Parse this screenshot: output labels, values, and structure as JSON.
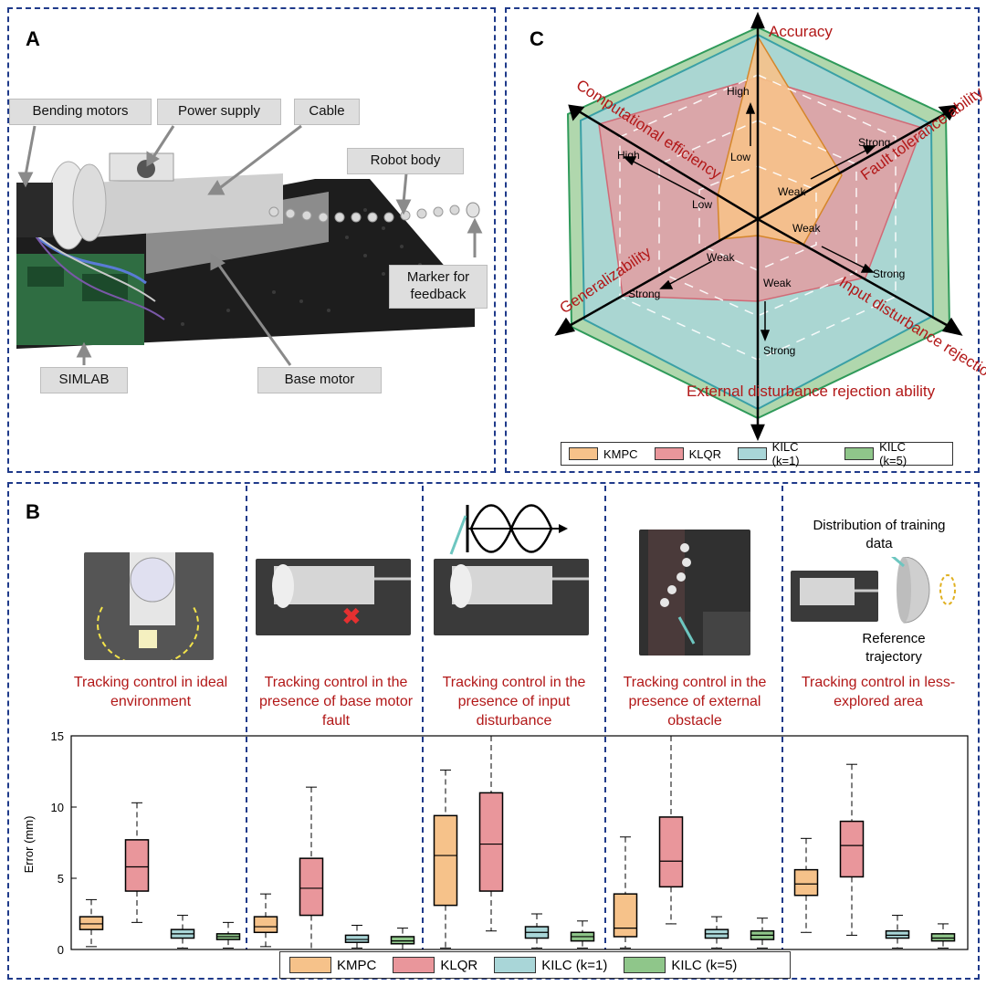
{
  "panel_a": {
    "label": "A",
    "callouts": {
      "bending_motors": "Bending motors",
      "power_supply": "Power supply",
      "cable": "Cable",
      "robot_body": "Robot body",
      "marker": "Marker for feedback",
      "simlab": "SIMLAB",
      "base_motor": "Base motor"
    }
  },
  "panel_c": {
    "label": "C",
    "axes": {
      "accuracy": "Accuracy",
      "fault": "Fault tolerance ability",
      "input": "Input disturbance rejection ability",
      "external": "External disturbance rejection ability",
      "generalizability": "Generalizability",
      "computational": "Computational efficiency"
    },
    "arrow_labels": {
      "high1": "High",
      "low1": "Low",
      "high2": "High",
      "low2": "Low",
      "weak_f": "Weak",
      "strong_f": "Strong",
      "weak_i": "Weak",
      "strong_i": "Strong",
      "weak_e": "Weak",
      "strong_e": "Strong",
      "weak_g": "Weak",
      "strong_g": "Strong"
    },
    "legend": [
      "KMPC",
      "KLQR",
      "KILC (k=1)",
      "KILC (k=5)"
    ]
  },
  "panel_b": {
    "label": "B",
    "scenarios": [
      {
        "caption": "Tracking control in ideal environment"
      },
      {
        "caption": "Tracking control in the presence of base motor fault"
      },
      {
        "caption": "Tracking control in the presence of input disturbance"
      },
      {
        "caption": "Tracking control in the presence of external obstacle"
      },
      {
        "caption": "Tracking control in less-explored area"
      }
    ],
    "annotations": {
      "distribution": "Distribution of training data",
      "reference": "Reference trajectory"
    }
  },
  "colors": {
    "kmpc": "#f6c28a",
    "klqr": "#e9969b",
    "kilc1": "#a9d6d8",
    "kilc5": "#8fc68a",
    "dash": "#1f3a8a",
    "caption": "#b21818"
  },
  "chart_data": {
    "type": "box",
    "ylabel": "Error (mm)",
    "ylim": [
      0,
      15
    ],
    "yticks": [
      0,
      5,
      10,
      15
    ],
    "series_names": [
      "KMPC",
      "KLQR",
      "KILC (k=1)",
      "KILC (k=5)"
    ],
    "groups": [
      {
        "boxes": [
          {
            "min": 0.2,
            "q1": 1.4,
            "median": 1.8,
            "q3": 2.3,
            "max": 3.5
          },
          {
            "min": 1.9,
            "q1": 4.1,
            "median": 5.8,
            "q3": 7.7,
            "max": 10.3
          },
          {
            "min": 0.1,
            "q1": 0.8,
            "median": 1.1,
            "q3": 1.4,
            "max": 2.4
          },
          {
            "min": 0.1,
            "q1": 0.7,
            "median": 0.9,
            "q3": 1.1,
            "max": 1.9
          }
        ]
      },
      {
        "boxes": [
          {
            "min": 0.2,
            "q1": 1.2,
            "median": 1.6,
            "q3": 2.3,
            "max": 3.9
          },
          {
            "min": 0.0,
            "q1": 2.4,
            "median": 4.3,
            "q3": 6.4,
            "max": 11.4
          },
          {
            "min": 0.1,
            "q1": 0.5,
            "median": 0.7,
            "q3": 1.0,
            "max": 1.7
          },
          {
            "min": 0.0,
            "q1": 0.4,
            "median": 0.6,
            "q3": 0.9,
            "max": 1.5
          }
        ]
      },
      {
        "boxes": [
          {
            "min": 0.1,
            "q1": 3.1,
            "median": 6.6,
            "q3": 9.4,
            "max": 12.6
          },
          {
            "min": 1.3,
            "q1": 4.1,
            "median": 7.4,
            "q3": 11.0,
            "max": 15.0
          },
          {
            "min": 0.1,
            "q1": 0.8,
            "median": 1.2,
            "q3": 1.6,
            "max": 2.5
          },
          {
            "min": 0.1,
            "q1": 0.6,
            "median": 0.9,
            "q3": 1.2,
            "max": 2.0
          }
        ]
      },
      {
        "boxes": [
          {
            "min": 0.1,
            "q1": 0.9,
            "median": 1.5,
            "q3": 3.9,
            "max": 7.9
          },
          {
            "min": 1.8,
            "q1": 4.4,
            "median": 6.2,
            "q3": 9.3,
            "max": 15.0
          },
          {
            "min": 0.1,
            "q1": 0.8,
            "median": 1.1,
            "q3": 1.4,
            "max": 2.3
          },
          {
            "min": 0.1,
            "q1": 0.7,
            "median": 1.0,
            "q3": 1.3,
            "max": 2.2
          }
        ]
      },
      {
        "boxes": [
          {
            "min": 1.2,
            "q1": 3.8,
            "median": 4.6,
            "q3": 5.6,
            "max": 7.8
          },
          {
            "min": 1.0,
            "q1": 5.1,
            "median": 7.3,
            "q3": 9.0,
            "max": 13.0
          },
          {
            "min": 0.1,
            "q1": 0.8,
            "median": 1.0,
            "q3": 1.3,
            "max": 2.4
          },
          {
            "min": 0.1,
            "q1": 0.6,
            "median": 0.8,
            "q3": 1.1,
            "max": 1.8
          }
        ]
      }
    ]
  }
}
